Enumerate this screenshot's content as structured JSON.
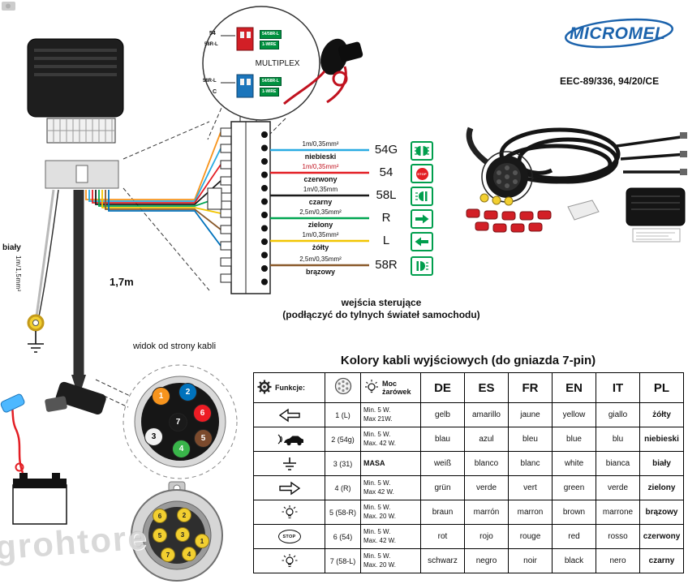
{
  "brand": {
    "name": "MICROMEL",
    "cert": "EEC-89/336, 94/20/CE"
  },
  "watermark": "grohtore",
  "multiplex": {
    "title": "MULTIPLEX",
    "top": {
      "label1": "54",
      "label2": "58R-L",
      "tag1": "54/58R-L",
      "tag2": "1-WIRE"
    },
    "bottom": {
      "label1": "58R-L",
      "label2": "C",
      "tag1": "54/58R-L",
      "tag2": "1-WIRE"
    }
  },
  "left_labels": {
    "white_wire": "biały",
    "white_spec": "1m/1,5mm²",
    "cable_length": "1,7m",
    "plug_view": "widok od strony kabli"
  },
  "outputs": {
    "note_line1": "wejścia sterujące",
    "note_line2": "(podłączyć do tylnych świateł samochodu)",
    "stop_label": "STOP",
    "wires": [
      {
        "spec": "1m/0,35mm²",
        "name": "niebieski",
        "terminal": "54G",
        "color": "#29abe2",
        "icon": "position-lights"
      },
      {
        "spec": "1m/0,35mm²",
        "name": "czerwony",
        "terminal": "54",
        "color": "#e31e24",
        "icon": "stop"
      },
      {
        "spec": "1m/0,35mm",
        "name": "czarny",
        "terminal": "58L",
        "color": "#1a1a1a",
        "icon": "tail-light-left"
      },
      {
        "spec": "2,5m/0,35mm²",
        "name": "zielony",
        "terminal": "R",
        "color": "#00a651",
        "icon": "arrow-right"
      },
      {
        "spec": "1m/0,35mm²",
        "name": "żółty",
        "terminal": "L",
        "color": "#f2c500",
        "icon": "arrow-left"
      },
      {
        "spec": "2,5m/0,35mm²",
        "name": "brązowy",
        "terminal": "58R",
        "color": "#8a5a2b",
        "icon": "tail-light-right"
      }
    ]
  },
  "plug_pins": [
    {
      "num": "1",
      "color": "#f7941d",
      "text": "#ffffff"
    },
    {
      "num": "2",
      "color": "#0072bc",
      "text": "#ffffff"
    },
    {
      "num": "6",
      "color": "#ed1c24",
      "text": "#ffffff"
    },
    {
      "num": "3",
      "color": "#f2f2f2",
      "text": "#000000"
    },
    {
      "num": "7",
      "color": "#1a1a1a",
      "text": "#ffffff"
    },
    {
      "num": "5",
      "color": "#7b4a2d",
      "text": "#ffffff"
    },
    {
      "num": "4",
      "color": "#39b54a",
      "text": "#ffffff"
    }
  ],
  "socket_pins": [
    "6",
    "2",
    "5",
    "3",
    "1",
    "7",
    "4"
  ],
  "table": {
    "title": "Kolory kabli wyjściowych (do gniazda 7-pin)",
    "stop_label": "STOP",
    "header": {
      "funkcje": "Funkcje:",
      "moc": "Moc żarówek",
      "langs": [
        "DE",
        "ES",
        "FR",
        "EN",
        "IT",
        "PL"
      ]
    },
    "rows": [
      {
        "icon": "arrow-left",
        "fn": "1 (L)",
        "moc1": "Min. 5 W.",
        "moc2": "Max 21W.",
        "cells": [
          "gelb",
          "amarillo",
          "jaune",
          "yellow",
          "giallo",
          "żółty"
        ]
      },
      {
        "icon": "car",
        "fn": "2 (54g)",
        "moc1": "Min. 5 W.",
        "moc2": "Max. 42 W.",
        "cells": [
          "blau",
          "azul",
          "bleu",
          "blue",
          "blu",
          "niebieski"
        ]
      },
      {
        "icon": "ground",
        "fn": "3 (31)",
        "moc1": "MASA",
        "moc2": "",
        "cells": [
          "weiß",
          "blanco",
          "blanc",
          "white",
          "bianca",
          "biały"
        ]
      },
      {
        "icon": "arrow-right",
        "fn": "4 (R)",
        "moc1": "Min. 5 W.",
        "moc2": "Max 42 W.",
        "cells": [
          "grün",
          "verde",
          "vert",
          "green",
          "verde",
          "zielony"
        ]
      },
      {
        "icon": "lamp",
        "fn": "5 (58-R)",
        "moc1": "Min. 5 W.",
        "moc2": "Max. 20 W.",
        "cells": [
          "braun",
          "marrón",
          "marron",
          "brown",
          "marrone",
          "brązowy"
        ]
      },
      {
        "icon": "stop",
        "fn": "6 (54)",
        "moc1": "Min. 5 W.",
        "moc2": "Max. 42 W.",
        "cells": [
          "rot",
          "rojo",
          "rouge",
          "red",
          "rosso",
          "czerwony"
        ]
      },
      {
        "icon": "lamp",
        "fn": "7 (58-L)",
        "moc1": "Min. 5 W.",
        "moc2": "Max. 20 W.",
        "cells": [
          "schwarz",
          "negro",
          "noir",
          "black",
          "nero",
          "czarny"
        ]
      }
    ]
  }
}
